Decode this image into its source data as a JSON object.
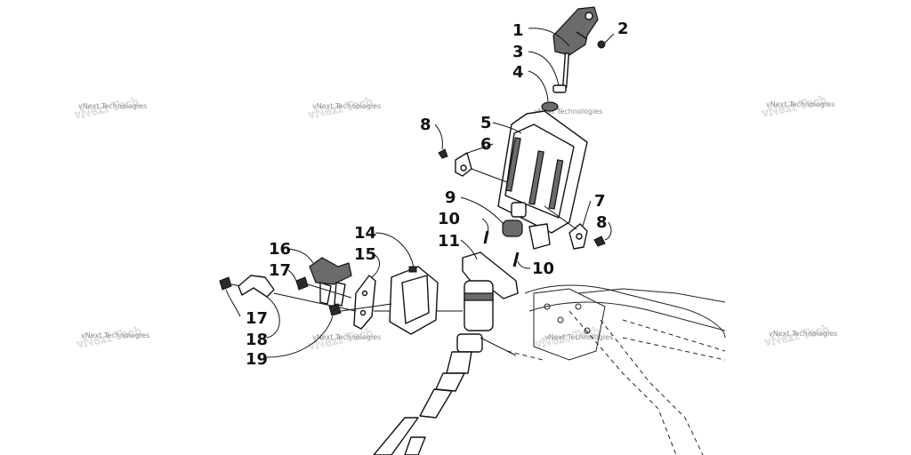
{
  "diagram": {
    "callouts": [
      {
        "id": "c1",
        "label": "1"
      },
      {
        "id": "c2",
        "label": "2"
      },
      {
        "id": "c3",
        "label": "3"
      },
      {
        "id": "c4",
        "label": "4"
      },
      {
        "id": "c5",
        "label": "5"
      },
      {
        "id": "c6",
        "label": "6"
      },
      {
        "id": "c7",
        "label": "7"
      },
      {
        "id": "c8a",
        "label": "8"
      },
      {
        "id": "c8b",
        "label": "8"
      },
      {
        "id": "c9",
        "label": "9"
      },
      {
        "id": "c10a",
        "label": "10"
      },
      {
        "id": "c10b",
        "label": "10"
      },
      {
        "id": "c11",
        "label": "11"
      },
      {
        "id": "c14",
        "label": "14"
      },
      {
        "id": "c15",
        "label": "15"
      },
      {
        "id": "c16",
        "label": "16"
      },
      {
        "id": "c17a",
        "label": "17"
      },
      {
        "id": "c17b",
        "label": "17"
      },
      {
        "id": "c18",
        "label": "18"
      },
      {
        "id": "c19",
        "label": "19"
      }
    ]
  },
  "watermark": {
    "text": "vNext Technologies",
    "color": "#8a8a8a"
  },
  "colors": {
    "line": "#111111",
    "background": "#ffffff",
    "shaded_part": "#6b6b6b"
  }
}
